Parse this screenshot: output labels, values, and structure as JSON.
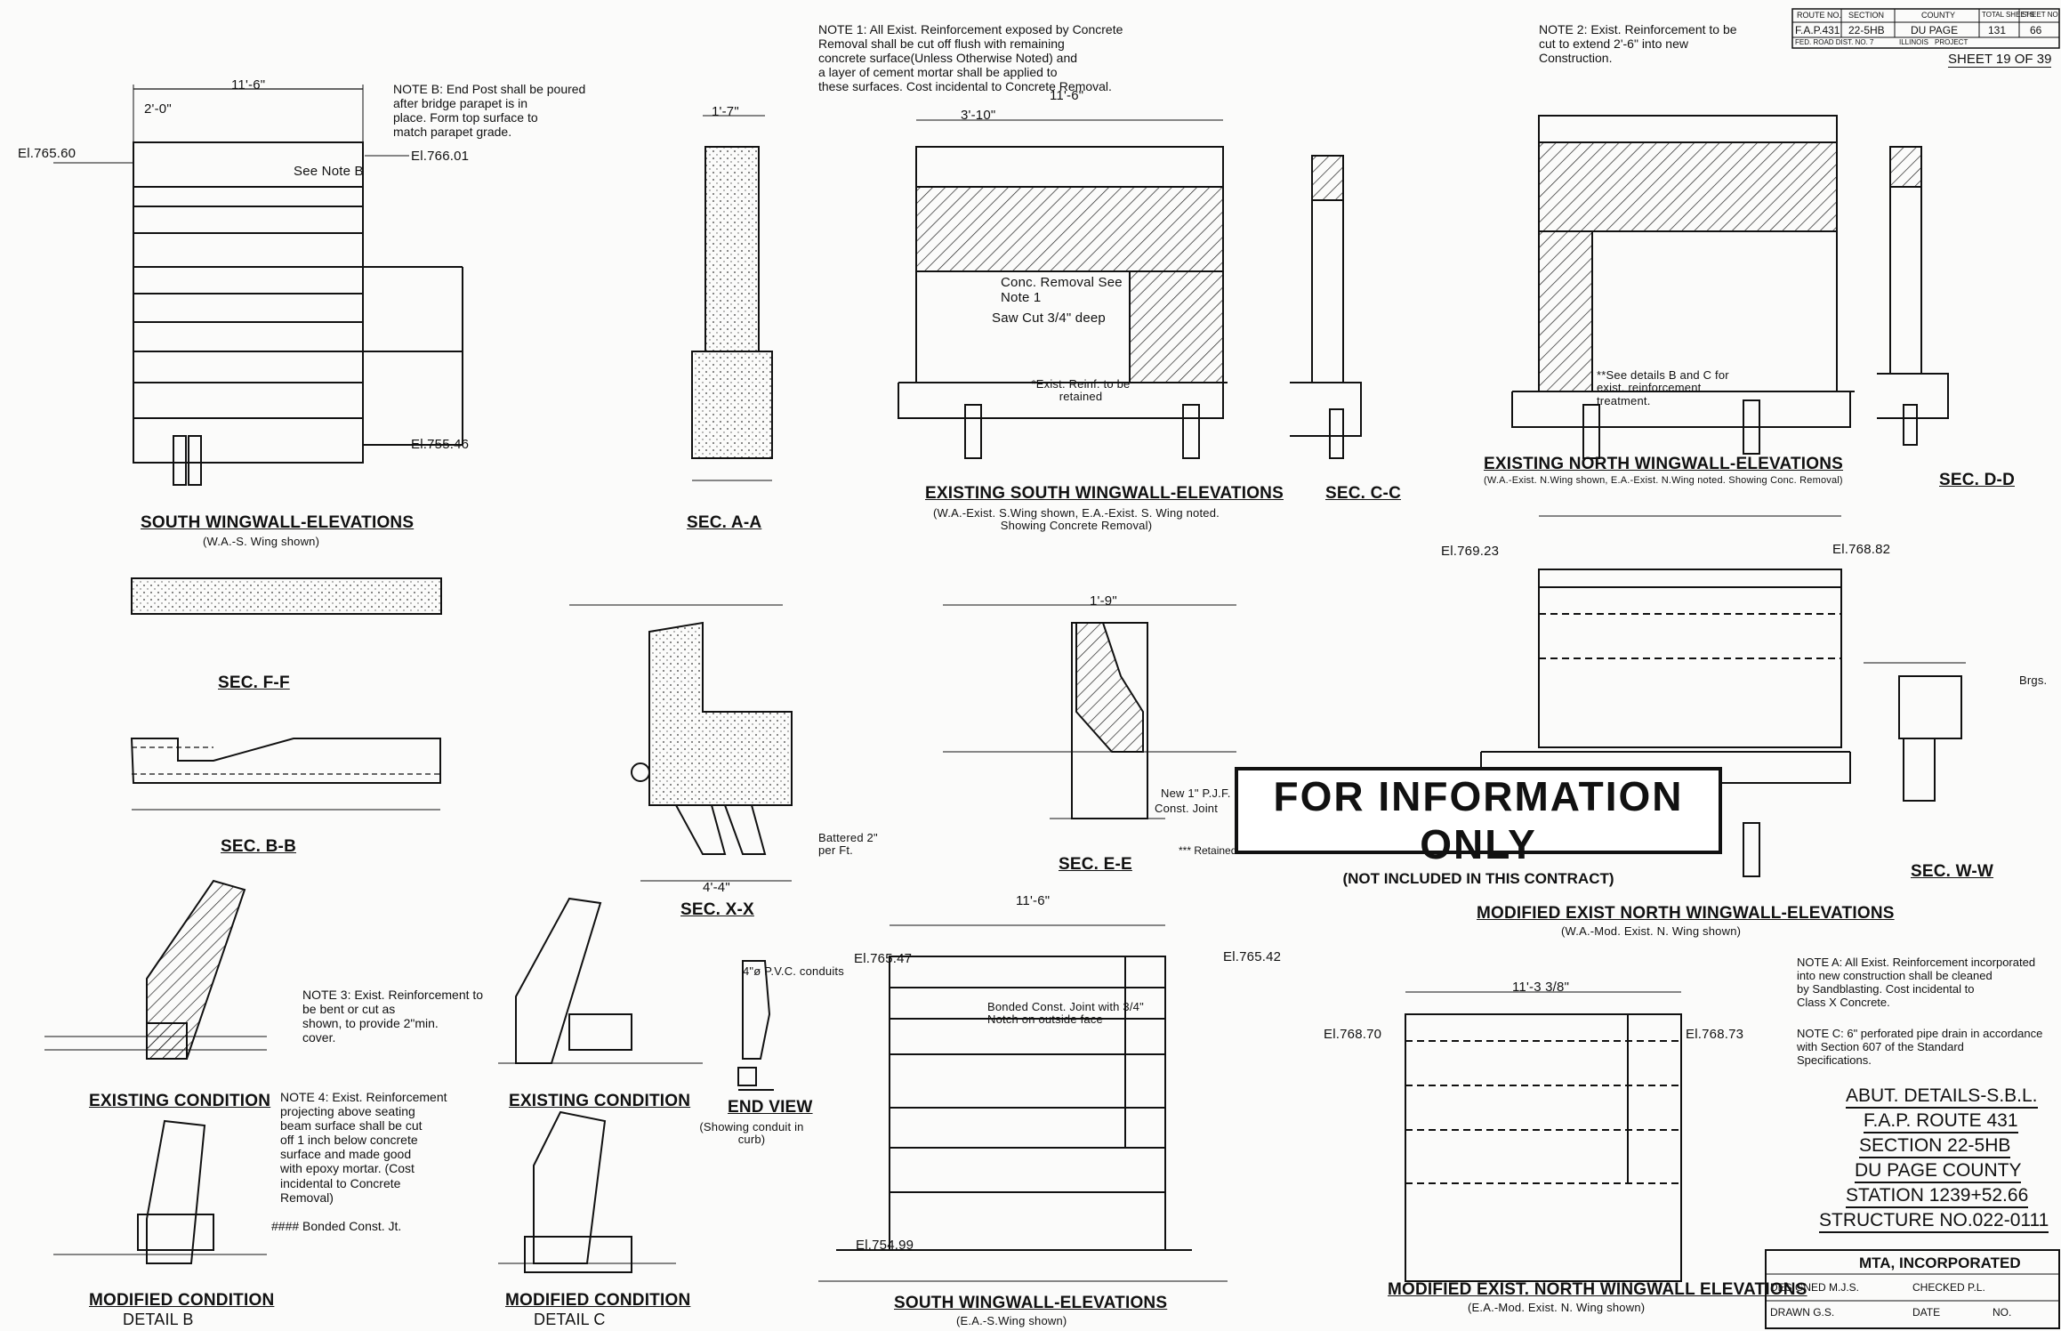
{
  "stamp": {
    "main": "FOR INFORMATION ONLY",
    "sub": "(NOT INCLUDED IN THIS CONTRACT)"
  },
  "views": {
    "south_wingwall": {
      "title": "SOUTH WINGWALL-ELEVATIONS",
      "sub": "(W.A.-S. Wing shown)"
    },
    "sec_aa": {
      "title": "SEC. A-A"
    },
    "sec_ff": {
      "title": "SEC. F-F"
    },
    "sec_bb": {
      "title": "SEC. B-B"
    },
    "sec_xx": {
      "title": "SEC. X-X"
    },
    "sec_ee": {
      "title": "SEC. E-E"
    },
    "sec_cc": {
      "title": "SEC. C-C"
    },
    "sec_dd": {
      "title": "SEC. D-D"
    },
    "sec_ww": {
      "title": "SEC. W-W"
    },
    "existing_south": {
      "title": "EXISTING SOUTH WINGWALL-ELEVATIONS",
      "sub": "(W.A.-Exist. S.Wing shown, E.A.-Exist. S. Wing noted. Showing Concrete Removal)"
    },
    "existing_north": {
      "title": "EXISTING NORTH WINGWALL-ELEVATIONS",
      "sub": "(W.A.-Exist. N.Wing shown, E.A.-Exist. N.Wing noted. Showing Conc. Removal)"
    },
    "modified_north_1": {
      "title": "MODIFIED EXIST NORTH WINGWALL-ELEVATIONS",
      "sub": "(W.A.-Mod. Exist. N. Wing shown)"
    },
    "modified_north_2": {
      "title": "MODIFIED EXIST. NORTH WINGWALL ELEVATIONS",
      "sub": "(E.A.-Mod. Exist. N. Wing shown)"
    },
    "south_wingwall_2": {
      "title": "SOUTH WINGWALL-ELEVATIONS",
      "sub": "(E.A.-S.Wing shown)"
    },
    "end_view": {
      "title": "END VIEW",
      "sub": "(Showing conduit in curb)"
    },
    "existing_condition_1": {
      "title": "EXISTING CONDITION"
    },
    "existing_condition_2": {
      "title": "EXISTING CONDITION"
    },
    "modified_condition_b": {
      "title": "MODIFIED CONDITION",
      "sub": "DETAIL B"
    },
    "modified_condition_c": {
      "title": "MODIFIED CONDITION",
      "sub": "DETAIL C"
    }
  },
  "notes": {
    "note1": "NOTE 1: All Exist. Reinforcement exposed by Concrete\nRemoval shall be cut off flush with remaining\nconcrete surface(Unless Otherwise Noted) and\na layer of cement mortar shall be applied to\nthese surfaces. Cost incidental to Concrete Removal.",
    "note2": "NOTE 2: Exist. Reinforcement to be\ncut to extend 2'-6\" into new\nConstruction.",
    "noteB": "NOTE B: End Post shall be poured\nafter bridge parapet is in\nplace. Form top surface to\nmatch parapet grade.",
    "note3": "NOTE 3: Exist. Reinforcement to\nbe bent or cut as\nshown, to provide 2\"min.\ncover.",
    "note4": "NOTE 4: Exist. Reinforcement\nprojecting above seating\nbeam surface shall be cut\noff 1 inch below concrete\nsurface and made good\nwith epoxy mortar. (Cost\nincidental to Concrete\nRemoval)",
    "noteA": "NOTE A: All Exist. Reinforcement incorporated\ninto new construction shall be cleaned\nby Sandblasting. Cost incidental to\nClass X Concrete.",
    "noteC": "NOTE C: 6\" perforated pipe drain in accordance\nwith Section 607 of the Standard\nSpecifications.",
    "retained": "*** Retained exist. reinforcement",
    "bonded": "#### Bonded Const. Jt."
  },
  "labels": {
    "el_765_60": "El.765.60",
    "el_766_01": "El.766.01",
    "el_755_46": "El.755.46",
    "el_769_23": "El.769.23",
    "el_768_82": "El.768.82",
    "el_765_47": "El.765.47",
    "el_765_42": "El.765.42",
    "el_754_99": "El.754.99",
    "el_768_70": "El.768.70",
    "el_768_73": "El.768.73",
    "dim_11_6": "11'-6\"",
    "dim_2_0": "2'-0\"",
    "dim_3_10": "3'-10\"",
    "dim_1_7": "1'-7\"",
    "dim_4_4": "4'-4\"",
    "dim_1_9": "1'-9\"",
    "dim_11_3": "11'-3 3/8\"",
    "see_note_b": "See Note B",
    "conc_removal": "Conc. Removal See Note 1",
    "saw_cut": "Saw Cut 3/4\" deep",
    "exist_reinf": "*Exist. Reinf. to be retained",
    "pvc_conduits": "4\"ø P.V.C. conduits",
    "bonded_joint": "Bonded Const. Joint with 3/4\" Notch on outside face",
    "see_details": "**See details B and C for exist. reinforcement treatment.",
    "new_pjf": "New 1\" P.J.F.",
    "const_joint": "Const. Joint",
    "bottered": "Battered 2\" per Ft.",
    "brgs": "Brgs."
  },
  "title_block": {
    "route_no_label": "ROUTE NO.",
    "section_label": "SECTION",
    "county_label": "COUNTY",
    "total_label": "TOTAL SHEETS",
    "sheet_no_label": "SHEET NO.",
    "route": "F.A.P.431",
    "section": "22-5HB",
    "county": "DU PAGE",
    "total": "131",
    "sheet_no": "66",
    "state_label": "ILLINOIS",
    "project_label": "PROJECT",
    "sheet": "SHEET 19 OF 39",
    "fed_road": "FED. ROAD DIST. NO. 7",
    "abut": "ABUT. DETAILS-S.B.L.",
    "fap": "F.A.P. ROUTE 431",
    "sec": "SECTION 22-5HB",
    "cty": "DU PAGE COUNTY",
    "station": "STATION 1239+52.66",
    "structure": "STRUCTURE NO.022-0111",
    "firm": "MTA, INCORPORATED",
    "designed": "DESIGNED M.J.S.",
    "drawn": "DRAWN G.S.",
    "checked": "CHECKED P.L.",
    "date": "DATE",
    "no": "NO."
  }
}
